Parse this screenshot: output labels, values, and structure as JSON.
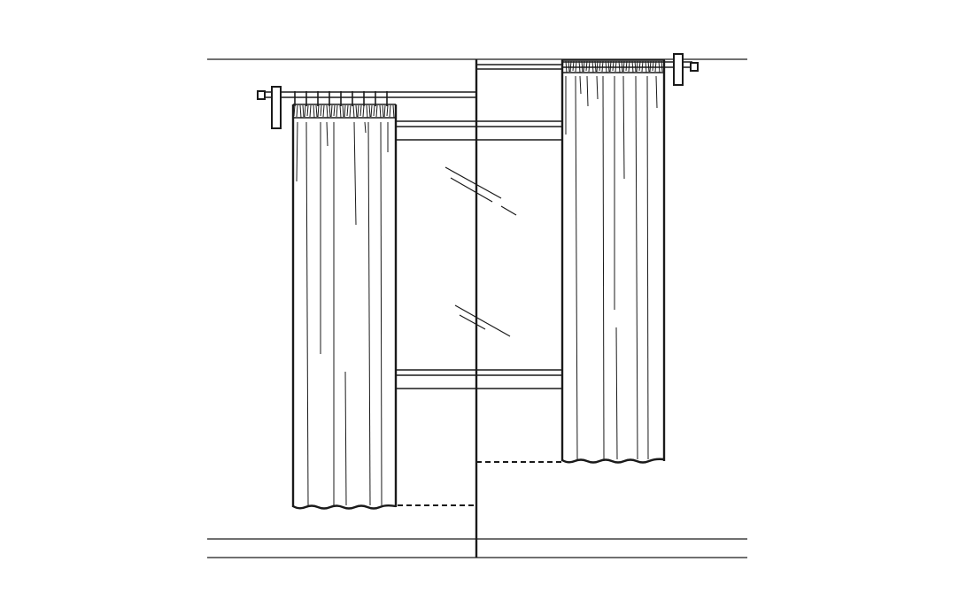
{
  "diagram": {
    "kind": "curtain-length-comparison-illustration",
    "colors": {
      "line": "#1a1a1a",
      "background": "#ffffff"
    },
    "panels": [
      {
        "name": "left-curtain",
        "mount": "rod-below-ceiling",
        "length": "long"
      },
      {
        "name": "right-curtain",
        "mount": "rod-at-ceiling",
        "length": "short"
      }
    ]
  }
}
